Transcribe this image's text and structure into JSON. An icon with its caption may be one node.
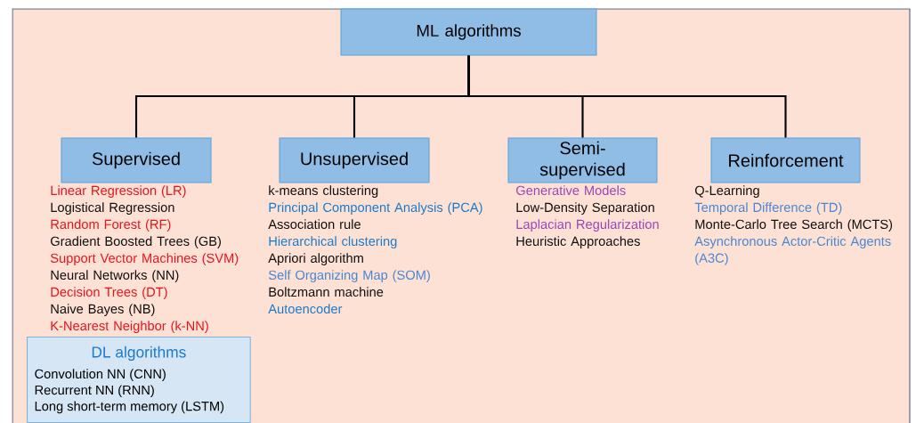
{
  "diagram": {
    "nodes": [
      {
        "text": [
          "ML algorithms"
        ]
      },
      {
        "text": [
          "Supervised"
        ],
        "beside": [
          "Linear Regression (LR)",
          "Logistical Regression",
          "Random Forest (RF)",
          "Gradient Boosted Trees (GB)",
          "Support Vector Machines (SVM)",
          "Neural Networks (NN)",
          "Decision Trees (DT)",
          "Naive Bayes (NB)",
          "K-Nearest Neighbor (k-NN)"
        ]
      },
      {
        "text": [
          "Unsupervised"
        ],
        "beside": [
          "k-means clustering",
          "Principal Component Analysis (PCA)",
          "Association rule",
          "Hierarchical clustering",
          "Apriori algorithm",
          "Self Organizing Map (SOM)",
          "Boltzmann machine",
          "Autoencoder"
        ]
      },
      {
        "text": [
          "Semi-supervised"
        ],
        "beside": [
          "Generative Models",
          "Low-Density Separation",
          "Laplacian Regularization",
          "Heuristic Approaches"
        ]
      },
      {
        "text": [
          "Reinforcement"
        ],
        "beside": [
          "Q-Learning",
          "Temporal Difference (TD)",
          "Monte-Carlo Tree Search (MCTS)",
          "Asynchronous Actor-Critic Agents (A3C)"
        ]
      },
      {
        "text": [
          "DL algorithms",
          "Convolution NN (CNN)",
          "Recurrent NN (RNN)",
          "Long short-term memory (LSTM)"
        ]
      }
    ],
    "edges": [
      {
        "from": 0,
        "to": 1,
        "arrow": "none"
      },
      {
        "from": 0,
        "to": 2,
        "arrow": "none"
      },
      {
        "from": 0,
        "to": 3,
        "arrow": "none"
      },
      {
        "from": 0,
        "to": 4,
        "arrow": "none"
      }
    ]
  }
}
